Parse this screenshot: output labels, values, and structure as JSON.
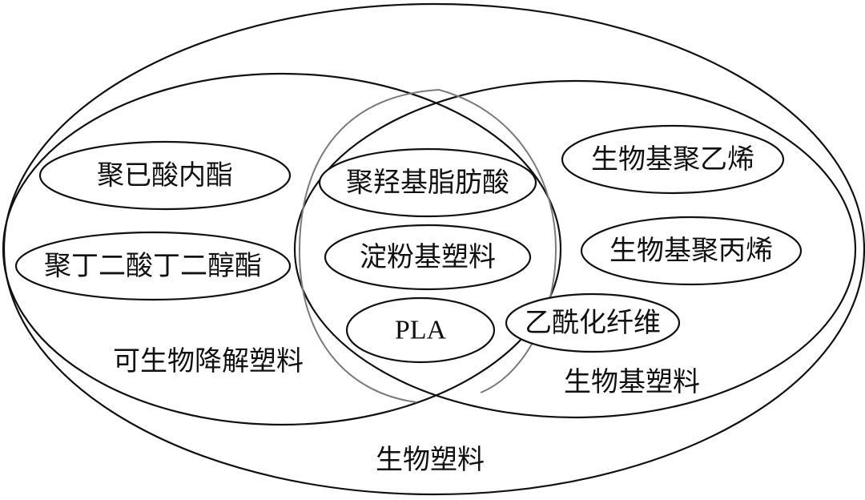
{
  "labels": {
    "bioplastics": "生物塑料",
    "biodegradable_plastics": "可生物降解塑料",
    "biobased_plastics": "生物基塑料"
  },
  "biodegradable_only": [
    "聚已酸内酯",
    "聚丁二酸丁二醇酯"
  ],
  "both": [
    "聚羟基脂肪酸",
    "淀粉基塑料",
    "PLA"
  ],
  "biobased_only": [
    "生物基聚乙烯",
    "生物基聚丙烯"
  ],
  "boundary": [
    "乙酰化纤维"
  ],
  "colors": {
    "stroke": "#111111",
    "gray_stroke": "#7a7a7a",
    "background": "#ffffff"
  }
}
